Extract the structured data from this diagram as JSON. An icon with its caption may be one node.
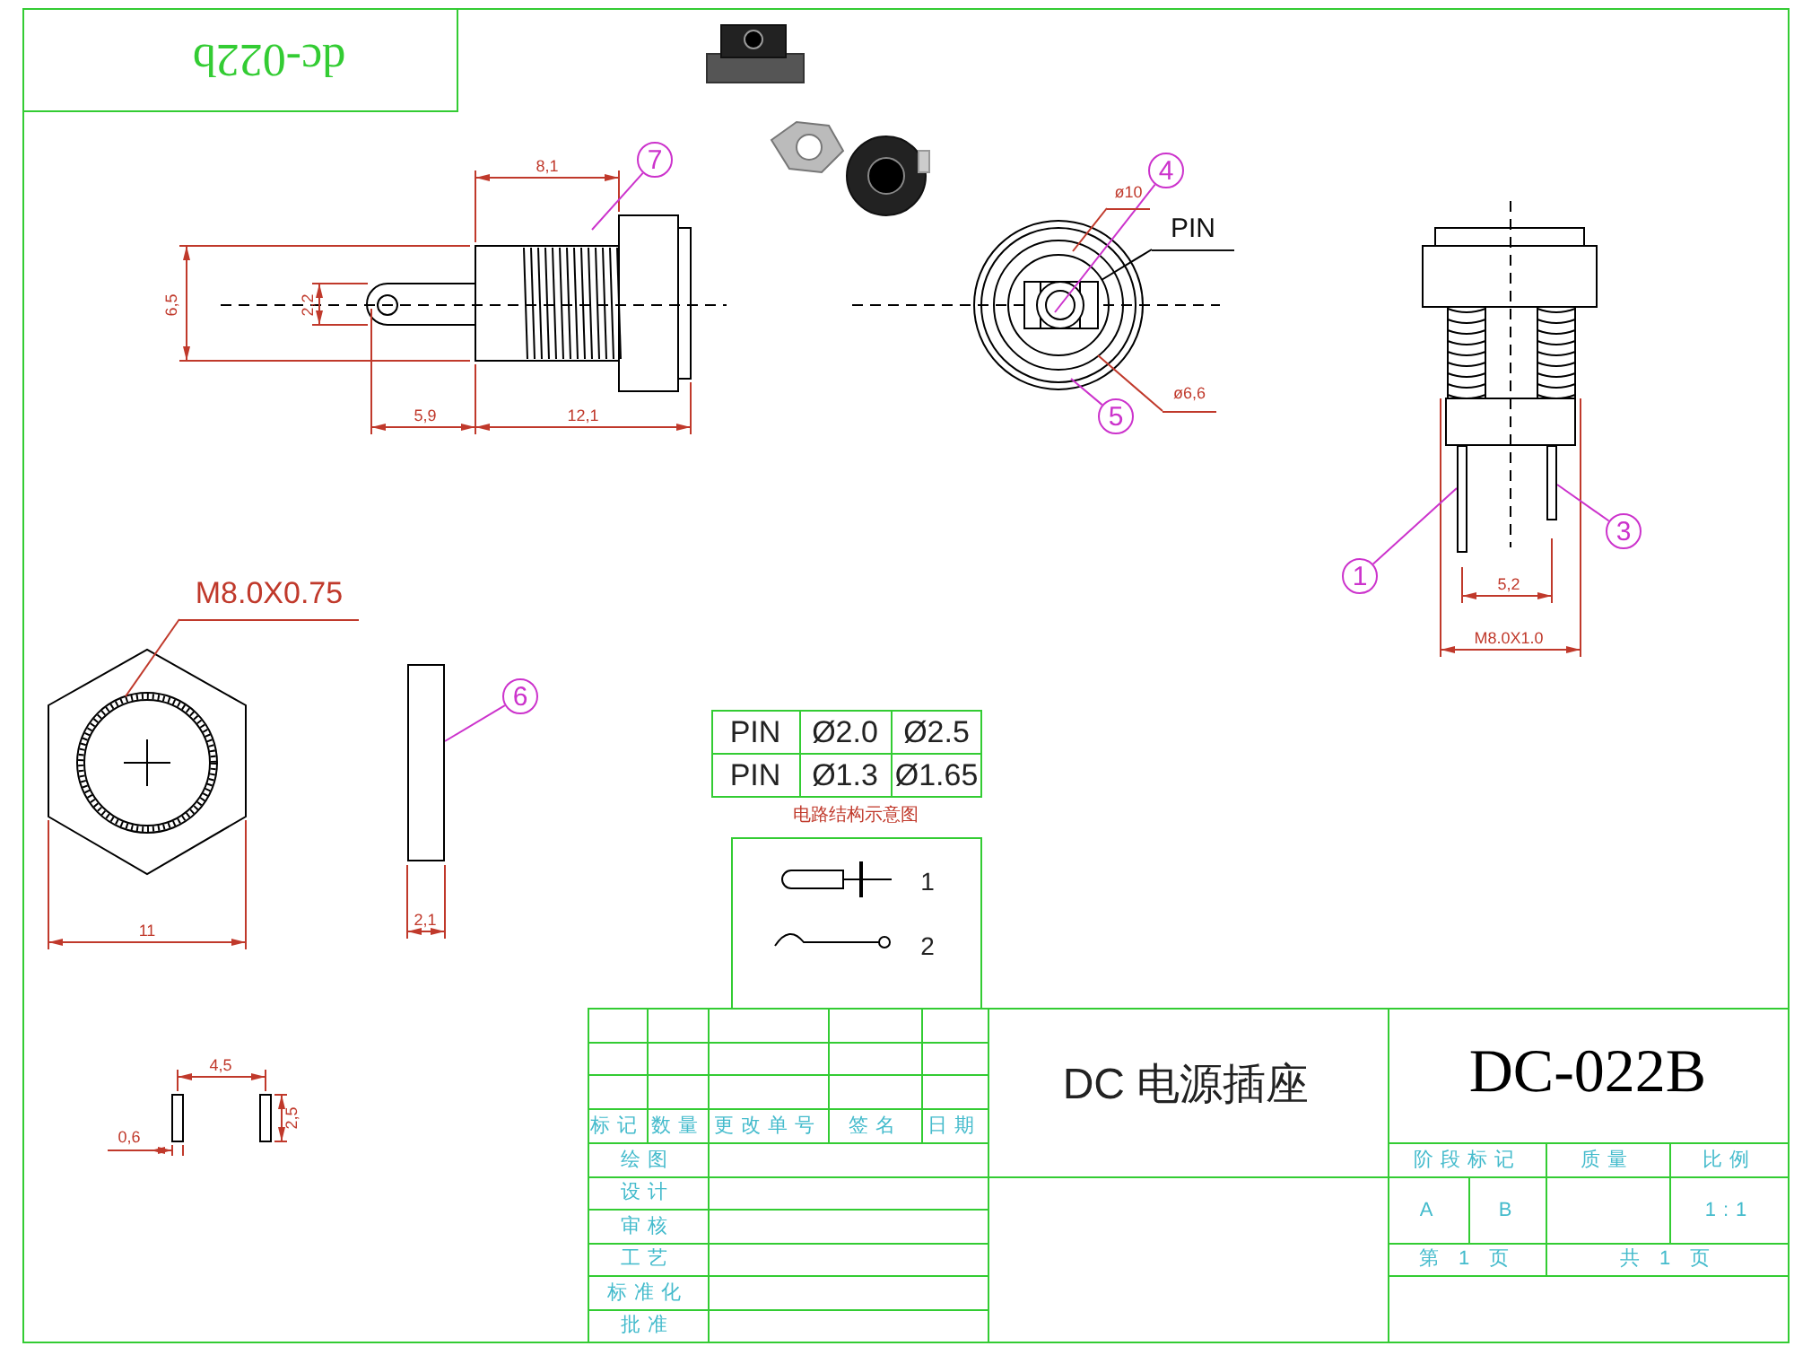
{
  "diagram": {
    "nodes": [
      {
        "text": [
          "7"
        ]
      },
      {
        "text": [
          "4"
        ]
      },
      {
        "text": [
          "ø10"
        ]
      },
      {
        "text": [
          "PIN"
        ]
      },
      {
        "text": [
          "5"
        ]
      },
      {
        "text": [
          "ø6,6"
        ]
      },
      {
        "text": [
          "1"
        ]
      },
      {
        "text": [
          "3"
        ]
      },
      {
        "text": [],
        "shape": "box"
      },
      {
        "text": [],
        "shape": "box"
      },
      {
        "text": [
          "M8.0X0.75"
        ]
      },
      {
        "text": [
          "6"
        ]
      },
      {
        "text": [],
        "shape": "box"
      }
    ],
    "edges": [
      {
        "from": 0,
        "to": null,
        "arrow": "none"
      },
      {
        "from": 1,
        "to": null,
        "arrow": "none"
      },
      {
        "from": 2,
        "to": null,
        "arrow": "none",
        "color": "#c0392b"
      },
      {
        "from": 3,
        "to": null,
        "arrow": "none",
        "color": "#000000"
      },
      {
        "from": 4,
        "to": null,
        "arrow": "none"
      },
      {
        "from": 5,
        "to": null,
        "arrow": "none",
        "color": "#c0392b"
      },
      {
        "from": 6,
        "to": 8,
        "arrow": "none"
      },
      {
        "from": 7,
        "to": 9,
        "arrow": "none"
      },
      {
        "from": 10,
        "to": null,
        "arrow": "none",
        "color": "#c0392b"
      },
      {
        "from": 11,
        "to": 12,
        "arrow": "none"
      }
    ],
    "labels": [
      "dc-022b",
      "8,1",
      "6,5",
      "2,2",
      "5,9",
      "12,1",
      "5,2",
      "M8.0X1.0",
      "11",
      "2,1",
      "PIN",
      "Ø2.0",
      "Ø2.5",
      "PIN",
      "Ø1.3",
      "Ø1.65",
      "电路结构示意图",
      "1",
      "2",
      "4,5",
      "2,5",
      "0,6",
      "标记",
      "数量",
      "更改单号",
      "签名",
      "日期",
      "绘图",
      "设计",
      "审核",
      "工艺",
      "标准化",
      "批准",
      "DC 电源插座",
      "DC-022B",
      "阶段标记",
      "质量",
      "比例",
      "A",
      "B",
      "1:1",
      "第 1 页",
      "共 1 页"
    ]
  }
}
